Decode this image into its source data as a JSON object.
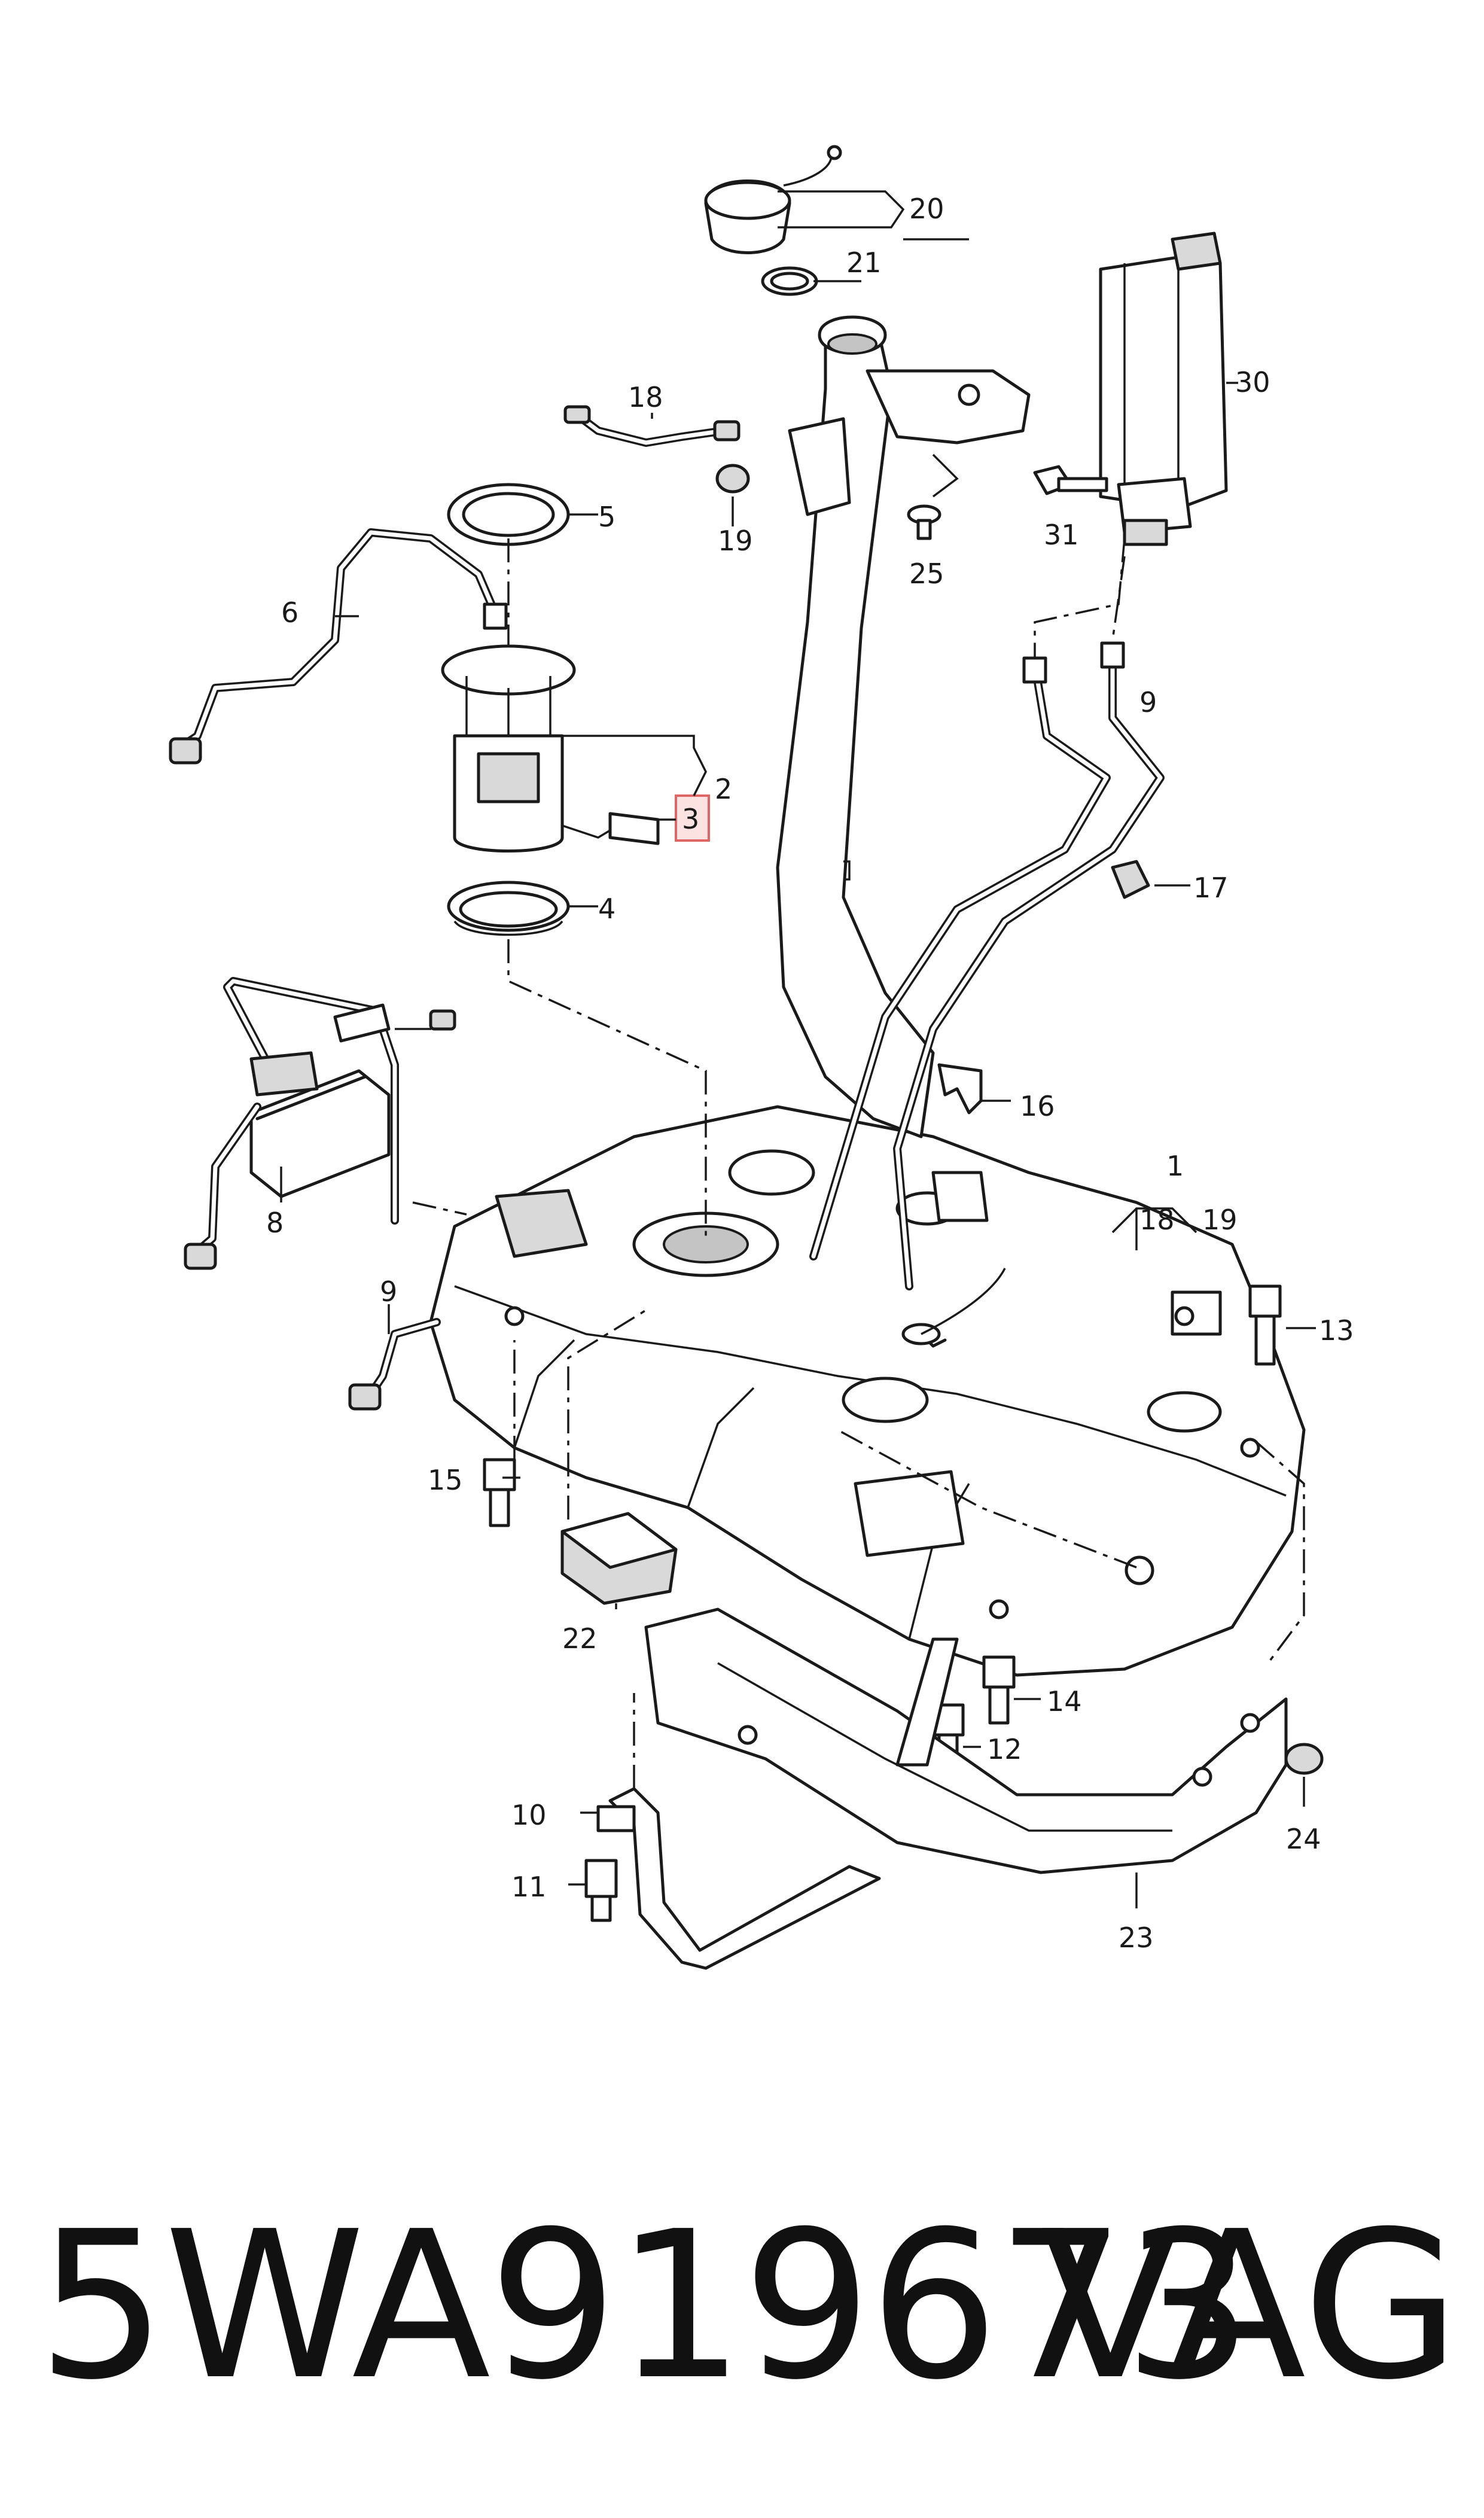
{
  "callouts": {
    "c1": "1",
    "c2": "2",
    "c3": "3",
    "c4": "4",
    "c5": "5",
    "c6": "6",
    "c8": "8",
    "c9a": "9",
    "c9b": "9",
    "c10": "10",
    "c11": "11",
    "c12": "12",
    "c13": "13",
    "c14": "14",
    "c15": "15",
    "c16": "16",
    "c17": "17",
    "c18a": "18",
    "c18b": "18",
    "c19a": "19",
    "c19b": "19",
    "c20": "20",
    "c21": "21",
    "c22": "22",
    "c23": "23",
    "c24": "24",
    "c25": "25",
    "c30": "30",
    "c31": "31"
  },
  "footer": {
    "part_number": "5WA919673",
    "brand": "VAG"
  },
  "colors": {
    "line": "#1a1a1a",
    "highlight_fill": "#fde2e2",
    "highlight_stroke": "#e06666"
  }
}
